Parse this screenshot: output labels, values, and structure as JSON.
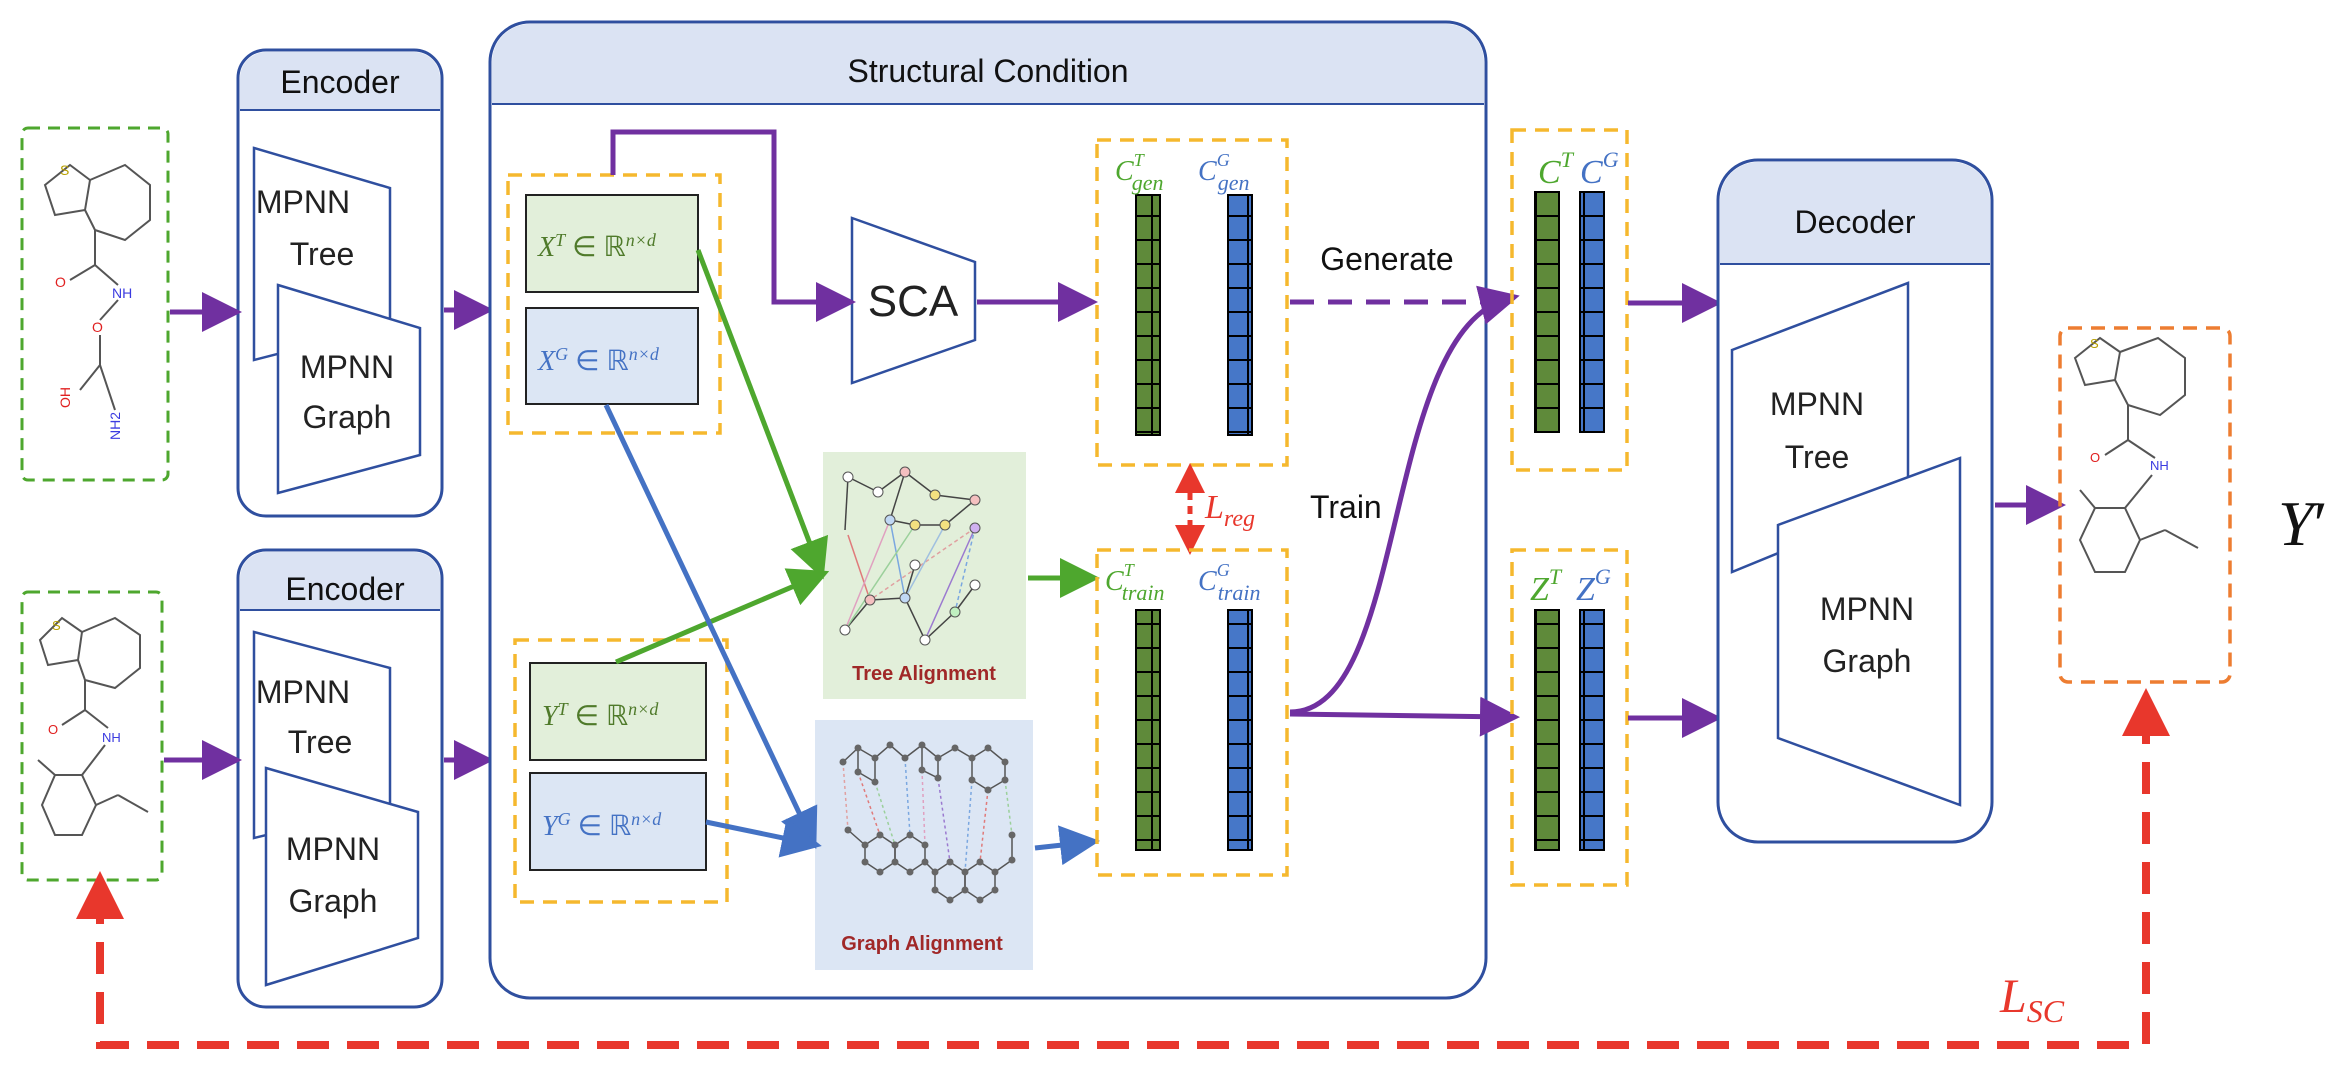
{
  "encoder_top": {
    "title": "Encoder",
    "tree": [
      "MPNN",
      "Tree"
    ],
    "graph": [
      "MPNN",
      "Graph"
    ]
  },
  "encoder_bottom": {
    "title": "Encoder",
    "tree": [
      "MPNN",
      "Tree"
    ],
    "graph": [
      "MPNN",
      "Graph"
    ]
  },
  "structural_condition": {
    "title": "Structural Condition",
    "x_tree": {
      "base": "X",
      "sup": "T",
      "rest": " ∈ ℝ",
      "pow": "n×d"
    },
    "x_graph": {
      "base": "X",
      "sup": "G",
      "rest": " ∈ ℝ",
      "pow": "n×d"
    },
    "y_tree": {
      "base": "Y",
      "sup": "T",
      "rest": " ∈ ℝ",
      "pow": "n×d"
    },
    "y_graph": {
      "base": "Y",
      "sup": "G",
      "rest": " ∈ ℝ",
      "pow": "n×d"
    },
    "sca": "SCA",
    "tree_alignment": "Tree Alignment",
    "graph_alignment": "Graph Alignment",
    "c_gen_tree": {
      "base": "C",
      "sup": "T",
      "sub": "gen"
    },
    "c_gen_graph": {
      "base": "C",
      "sup": "G",
      "sub": "gen"
    },
    "c_train_tree": {
      "base": "C",
      "sup": "T",
      "sub": "train"
    },
    "c_train_graph": {
      "base": "C",
      "sup": "G",
      "sub": "train"
    },
    "l_reg": {
      "base": "L",
      "sub": "reg"
    }
  },
  "generate_label": "Generate",
  "train_label": "Train",
  "c_out": {
    "tree": {
      "base": "C",
      "sup": "T"
    },
    "graph": {
      "base": "C",
      "sup": "G"
    }
  },
  "z_out": {
    "tree": {
      "base": "Z",
      "sup": "T"
    },
    "graph": {
      "base": "Z",
      "sup": "G"
    }
  },
  "decoder": {
    "title": "Decoder",
    "tree": [
      "MPNN",
      "Tree"
    ],
    "graph": [
      "MPNN",
      "Graph"
    ]
  },
  "output_label": {
    "base": "Y",
    "prime": "′"
  },
  "l_sc": {
    "base": "L",
    "sub": "SC"
  },
  "molecules": {
    "input_top_atoms": [
      "S",
      "O",
      "NH",
      "O",
      "OH",
      "NH2"
    ],
    "input_bottom_atoms": [
      "S",
      "O",
      "NH"
    ],
    "output_atoms": [
      "S",
      "O",
      "NH"
    ]
  },
  "colors": {
    "purple": "#7030a0",
    "green": "#4ea72e",
    "blue": "#4472c4",
    "red": "#e8372c",
    "orange_dash": "#f5b82e",
    "box_border": "#2f4f9f",
    "header_fill": "#dbe3f3",
    "tree_fill": "#5f8a3a",
    "graph_fill": "#4677c8",
    "atom_blue": "#3b3be0",
    "atom_red": "#e02020"
  }
}
